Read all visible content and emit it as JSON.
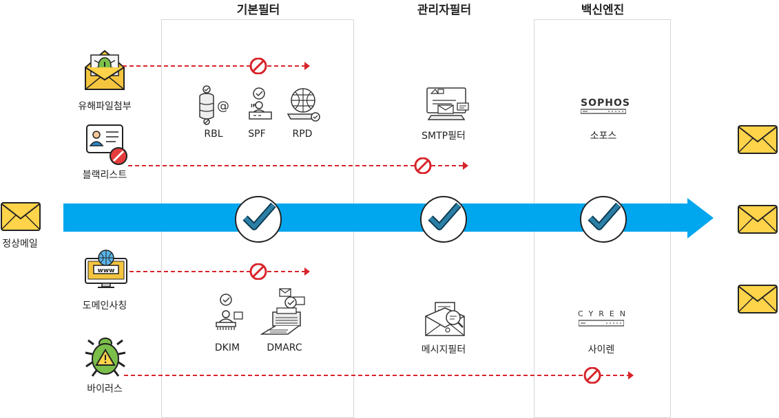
{
  "columns": [
    {
      "title": "기본필터"
    },
    {
      "title": "관리자필터"
    },
    {
      "title": "백신엔진"
    }
  ],
  "threats": {
    "attachment": "유해파일첨부",
    "blacklist": "블랙리스트",
    "domain_spoofing": "도메인사칭",
    "virus": "바이러스"
  },
  "normal_mail": "정상메일",
  "filters": {
    "rbl": "RBL",
    "spf": "SPF",
    "rpd": "RPD",
    "smtp": "SMTP필터",
    "dkim": "DKIM",
    "dmarc": "DMARC",
    "message": "메시지필터"
  },
  "engines": {
    "sophos": "소포스",
    "sophos_logo": "SOPHOS",
    "cyren": "사이렌",
    "cyren_logo": "CYREN"
  },
  "colors": {
    "flow_arrow": "#00a6ee",
    "block_line": "#d8232a",
    "check": "#2b7fa6",
    "envelope": "#ffd34a"
  }
}
